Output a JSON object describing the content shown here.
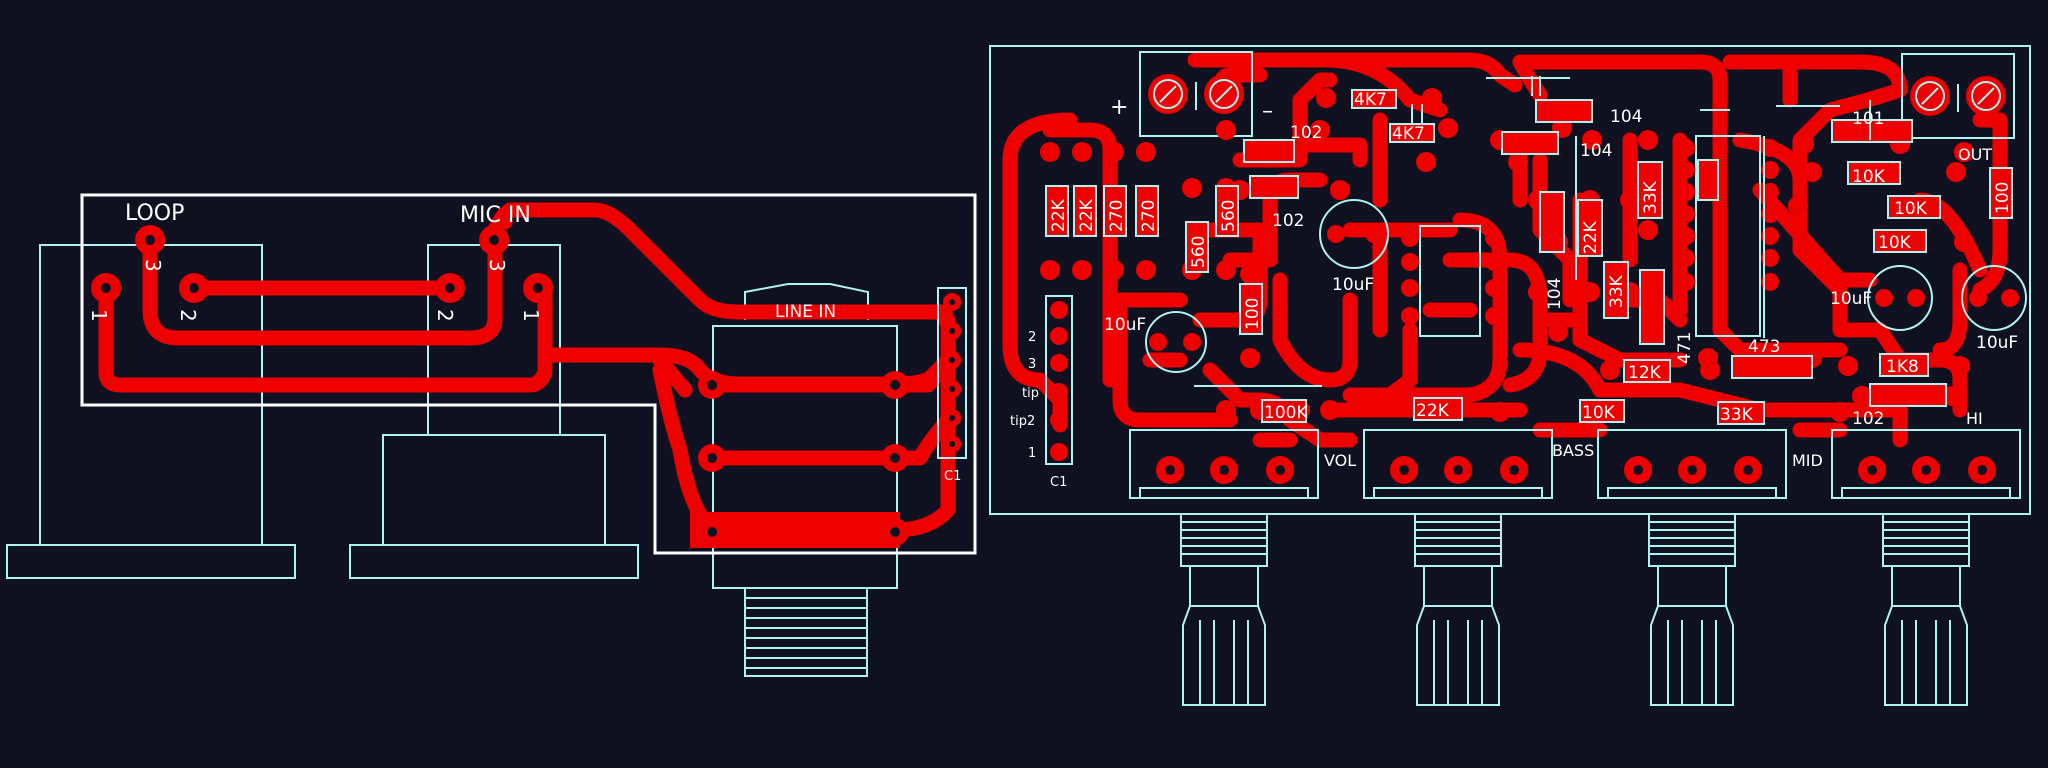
{
  "colors": {
    "background": "#0f1020",
    "copper": "#ee0000",
    "silkscreen": "#aef2f2",
    "outline": "#ffffff"
  },
  "left_board": {
    "loop_label": "LOOP",
    "mic_label": "MIC IN",
    "line_label": "LINE IN",
    "connector_label": "C1",
    "pins": {
      "one": "1",
      "two": "2",
      "three": "3"
    }
  },
  "right_board": {
    "labels": {
      "plus": "+",
      "minus": "–",
      "out": "OUT",
      "vol": "VOL",
      "bass": "BASS",
      "mid": "MID",
      "hi": "HI",
      "c1": "C1",
      "pin2": "2",
      "pin3": "3",
      "tip": "tip",
      "tip2": "tip2",
      "pin1": "1"
    },
    "components": {
      "r_4k7_a": "4K7",
      "r_4k7_b": "4K7",
      "c_102_a": "102",
      "c_102_b": "102",
      "c_102_c": "102",
      "c_104_a": "104",
      "c_104_b": "104",
      "c_104_c": "104",
      "r_22k_a": "22K",
      "r_22k_b": "22K",
      "r_22k_c": "22K",
      "r_22k_d": "22K",
      "r_270_a": "270",
      "r_270_b": "270",
      "r_560_a": "560",
      "r_560_b": "560",
      "r_100_a": "100",
      "r_100_b": "100",
      "r_100k": "100K",
      "e_10uf_a": "10uF",
      "e_10uf_b": "10uF",
      "e_10uf_c": "10uF",
      "e_10uf_d": "10uF",
      "r_33k_a": "33K",
      "r_33k_b": "33K",
      "r_33k_c": "33K",
      "c_471": "471",
      "c_473": "473",
      "c_101": "101",
      "r_10k_a": "10K",
      "r_10k_b": "10K",
      "r_10k_c": "10K",
      "r_10k_d": "10K",
      "r_12k": "12K",
      "r_1k8": "1K8"
    }
  }
}
